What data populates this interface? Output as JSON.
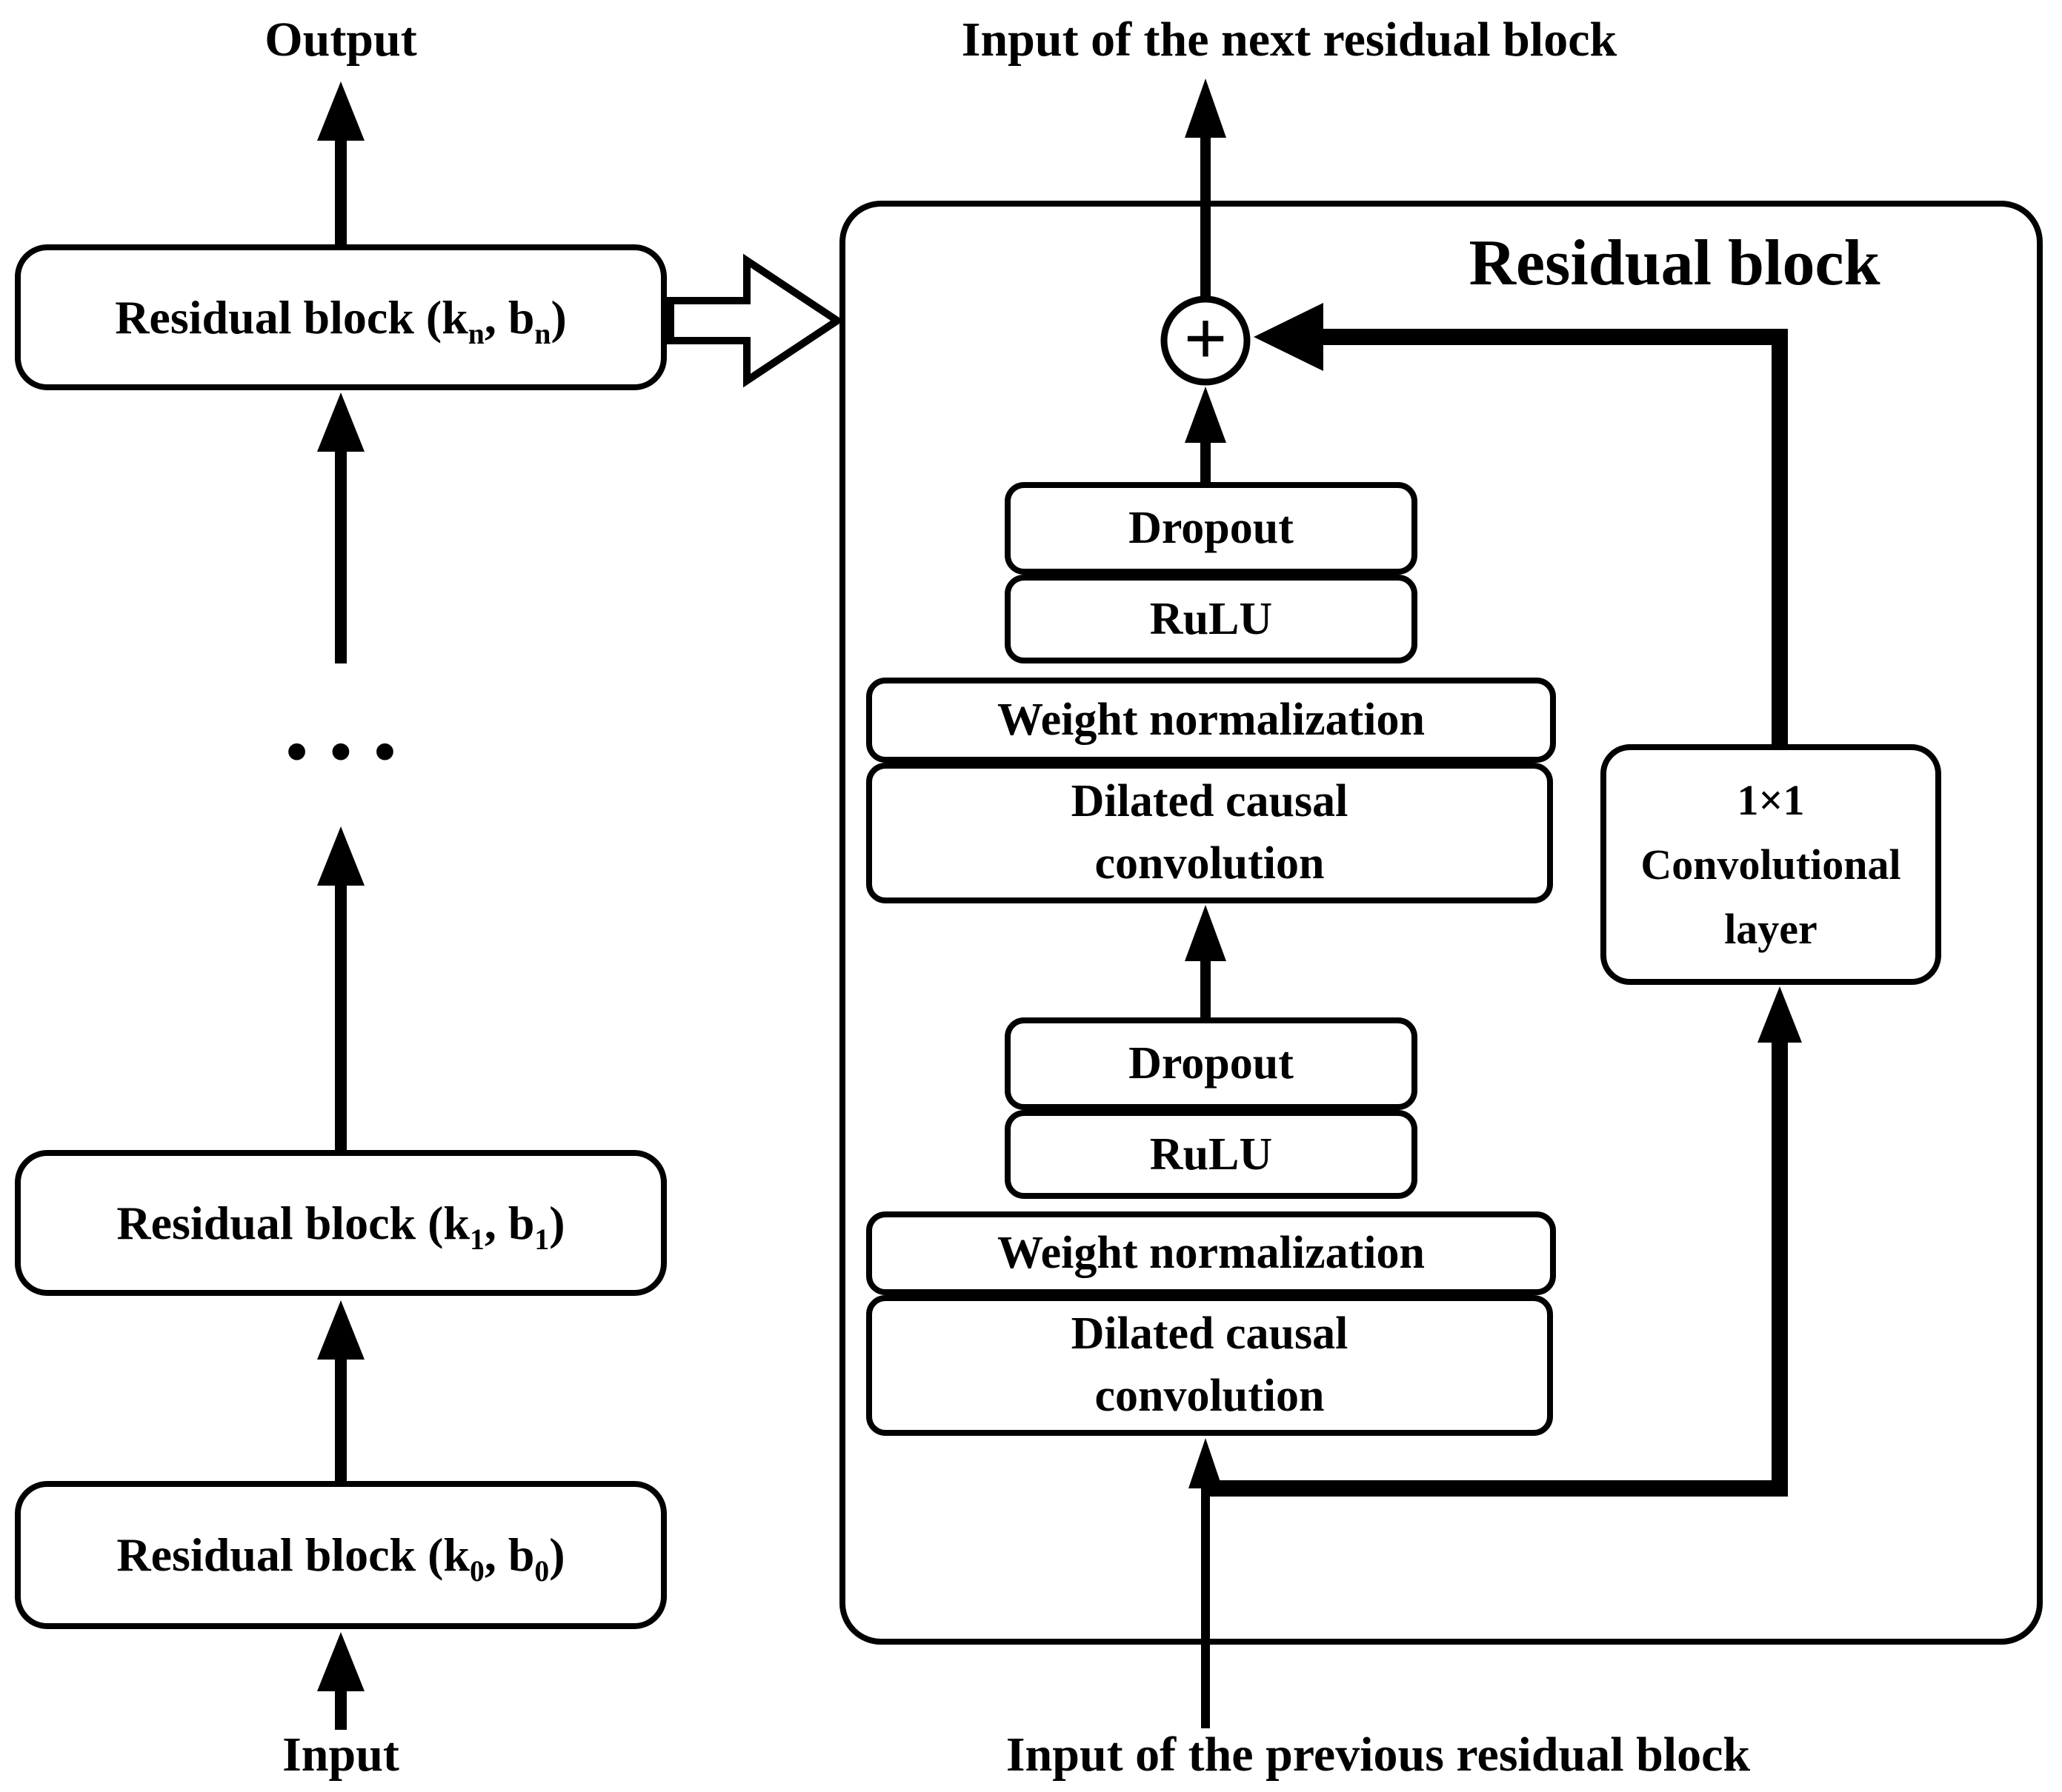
{
  "left_pipeline": {
    "output_label": "Output",
    "input_label": "Input",
    "ellipsis": "•••",
    "block_n": {
      "pre": "Residual block (k",
      "sub1": "n",
      "mid": ", b",
      "sub2": "n",
      "post": ")"
    },
    "block_1": {
      "pre": "Residual block (k",
      "sub1": "1",
      "mid": ", b",
      "sub2": "1",
      "post": ")"
    },
    "block_0": {
      "pre": "Residual block (k",
      "sub1": "0",
      "mid": ", b",
      "sub2": "0",
      "post": ")"
    }
  },
  "residual_block": {
    "title": "Residual block",
    "input_next_label": "Input of the next residual block",
    "input_previous_label": "Input of the previous residual block",
    "sum_symbol": "+",
    "stack": {
      "dropout": "Dropout",
      "activation": "RuLU",
      "weight_norm": "Weight normalization",
      "dilated_line1": "Dilated causal",
      "dilated_line2": "convolution"
    },
    "conv1x1": {
      "line1": "1×1",
      "line2": "Convolutional",
      "line3": "layer"
    }
  },
  "colors": {
    "ink": "#000000",
    "background": "#ffffff"
  }
}
